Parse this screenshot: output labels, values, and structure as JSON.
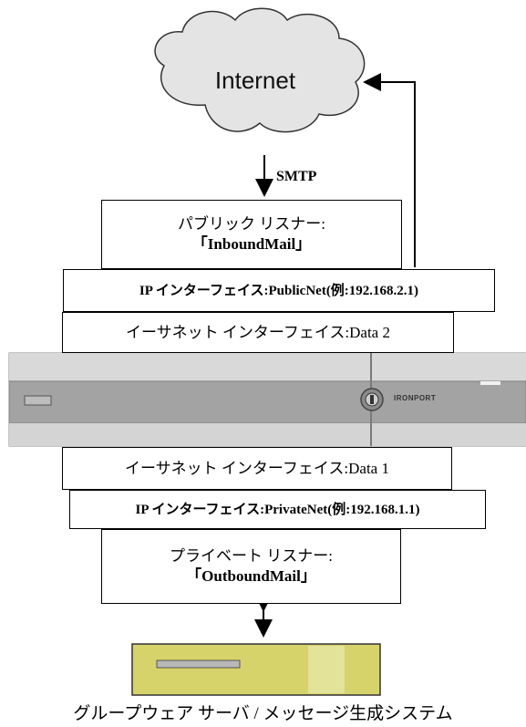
{
  "internet": {
    "label": "Internet"
  },
  "smtp": {
    "label": "SMTP"
  },
  "public_listener": {
    "line1": "パブリック リスナー:",
    "line2": "「InboundMail」"
  },
  "public_ip_interface": {
    "label": "IP インターフェイス:PublicNet(例:192.168.2.1)"
  },
  "ethernet_upper": {
    "label": "イーサネット インターフェイス:Data 2"
  },
  "appliance": {
    "brand": "IRONPORT"
  },
  "ethernet_lower": {
    "label": "イーサネット インターフェイス:Data 1"
  },
  "private_ip_interface": {
    "label": "IP インターフェイス:PrivateNet(例:192.168.1.1)"
  },
  "private_listener": {
    "line1": "プライベート リスナー:",
    "line2": "「OutboundMail」"
  },
  "groupware": {
    "caption": "グループウェア サーバ / メッセージ生成システム"
  },
  "colors": {
    "appliance_body": "#c9c9c9",
    "appliance_band": "#a3a3a3",
    "server_body": "#d6d36a"
  }
}
